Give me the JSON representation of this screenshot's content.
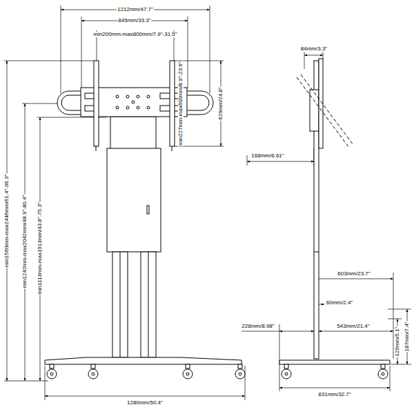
{
  "diagram": {
    "labels": [
      "1212mm/47.7\"",
      "845mm/33.3\"",
      "min200mm-max800mm/7.9\"-31.5\"",
      "min227mm-max600mm/8.9\"-23.6\"",
      "629mm/24.8\"",
      "min1560mm-max2446mm/61.4\"-96.3\"",
      "min1242mm-max2042mm/48.9\"-80.4\"",
      "min1113mm-max1913mm/43.8\"-75.3\"",
      "1280mm/50.4\"",
      "84mm/3.3\"",
      "168mm/6.61\"",
      "603mm/23.7\"",
      "60mm/2.4\"",
      "228mm/8.98\"",
      "543mm/21.4\"",
      "129mm/5.1\"",
      "187mm/7.4\"",
      "831mm/32.7\""
    ]
  }
}
